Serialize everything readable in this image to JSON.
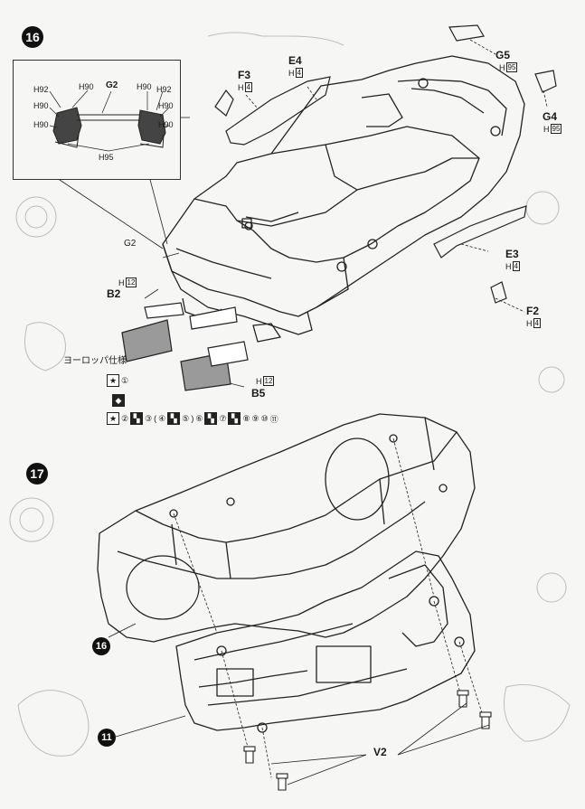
{
  "steps": {
    "step16": "16",
    "step17": "17"
  },
  "inset": {
    "part": "G2",
    "labels": [
      "H92",
      "H90",
      "H90",
      "H92",
      "H90",
      "H90",
      "H90",
      "H90",
      "H95"
    ]
  },
  "parts": {
    "F3": {
      "name": "F3",
      "sub": "H",
      "box": "4"
    },
    "E4": {
      "name": "E4",
      "sub": "H",
      "box": "4"
    },
    "G5": {
      "name": "G5",
      "sub": "H",
      "box": "95"
    },
    "G4": {
      "name": "G4",
      "sub": "H",
      "box": "95"
    },
    "E3": {
      "name": "E3",
      "sub": "H",
      "box": "4"
    },
    "F2": {
      "name": "F2",
      "sub": "H",
      "box": "4"
    },
    "G2": {
      "name": "G2"
    },
    "B2": {
      "name": "B2",
      "sub": "H",
      "box": "12"
    },
    "B5": {
      "name": "B5",
      "sub": "H",
      "box": "12"
    },
    "V2": {
      "name": "V2"
    }
  },
  "notes": {
    "europe": "ヨーロッパ仕様",
    "seq1": "①",
    "seq2": "②",
    "seq3": "③",
    "seq4": "④",
    "seq5": "⑤",
    "seq6": "⑥",
    "seq7": "⑦",
    "seq8": "⑧",
    "seq9": "⑨",
    "seq10": "⑩",
    "seq11": "⑪",
    "paren_open": "(",
    "paren_close": ")",
    "star": "★"
  },
  "refs": {
    "r16": "16",
    "r11": "11"
  }
}
